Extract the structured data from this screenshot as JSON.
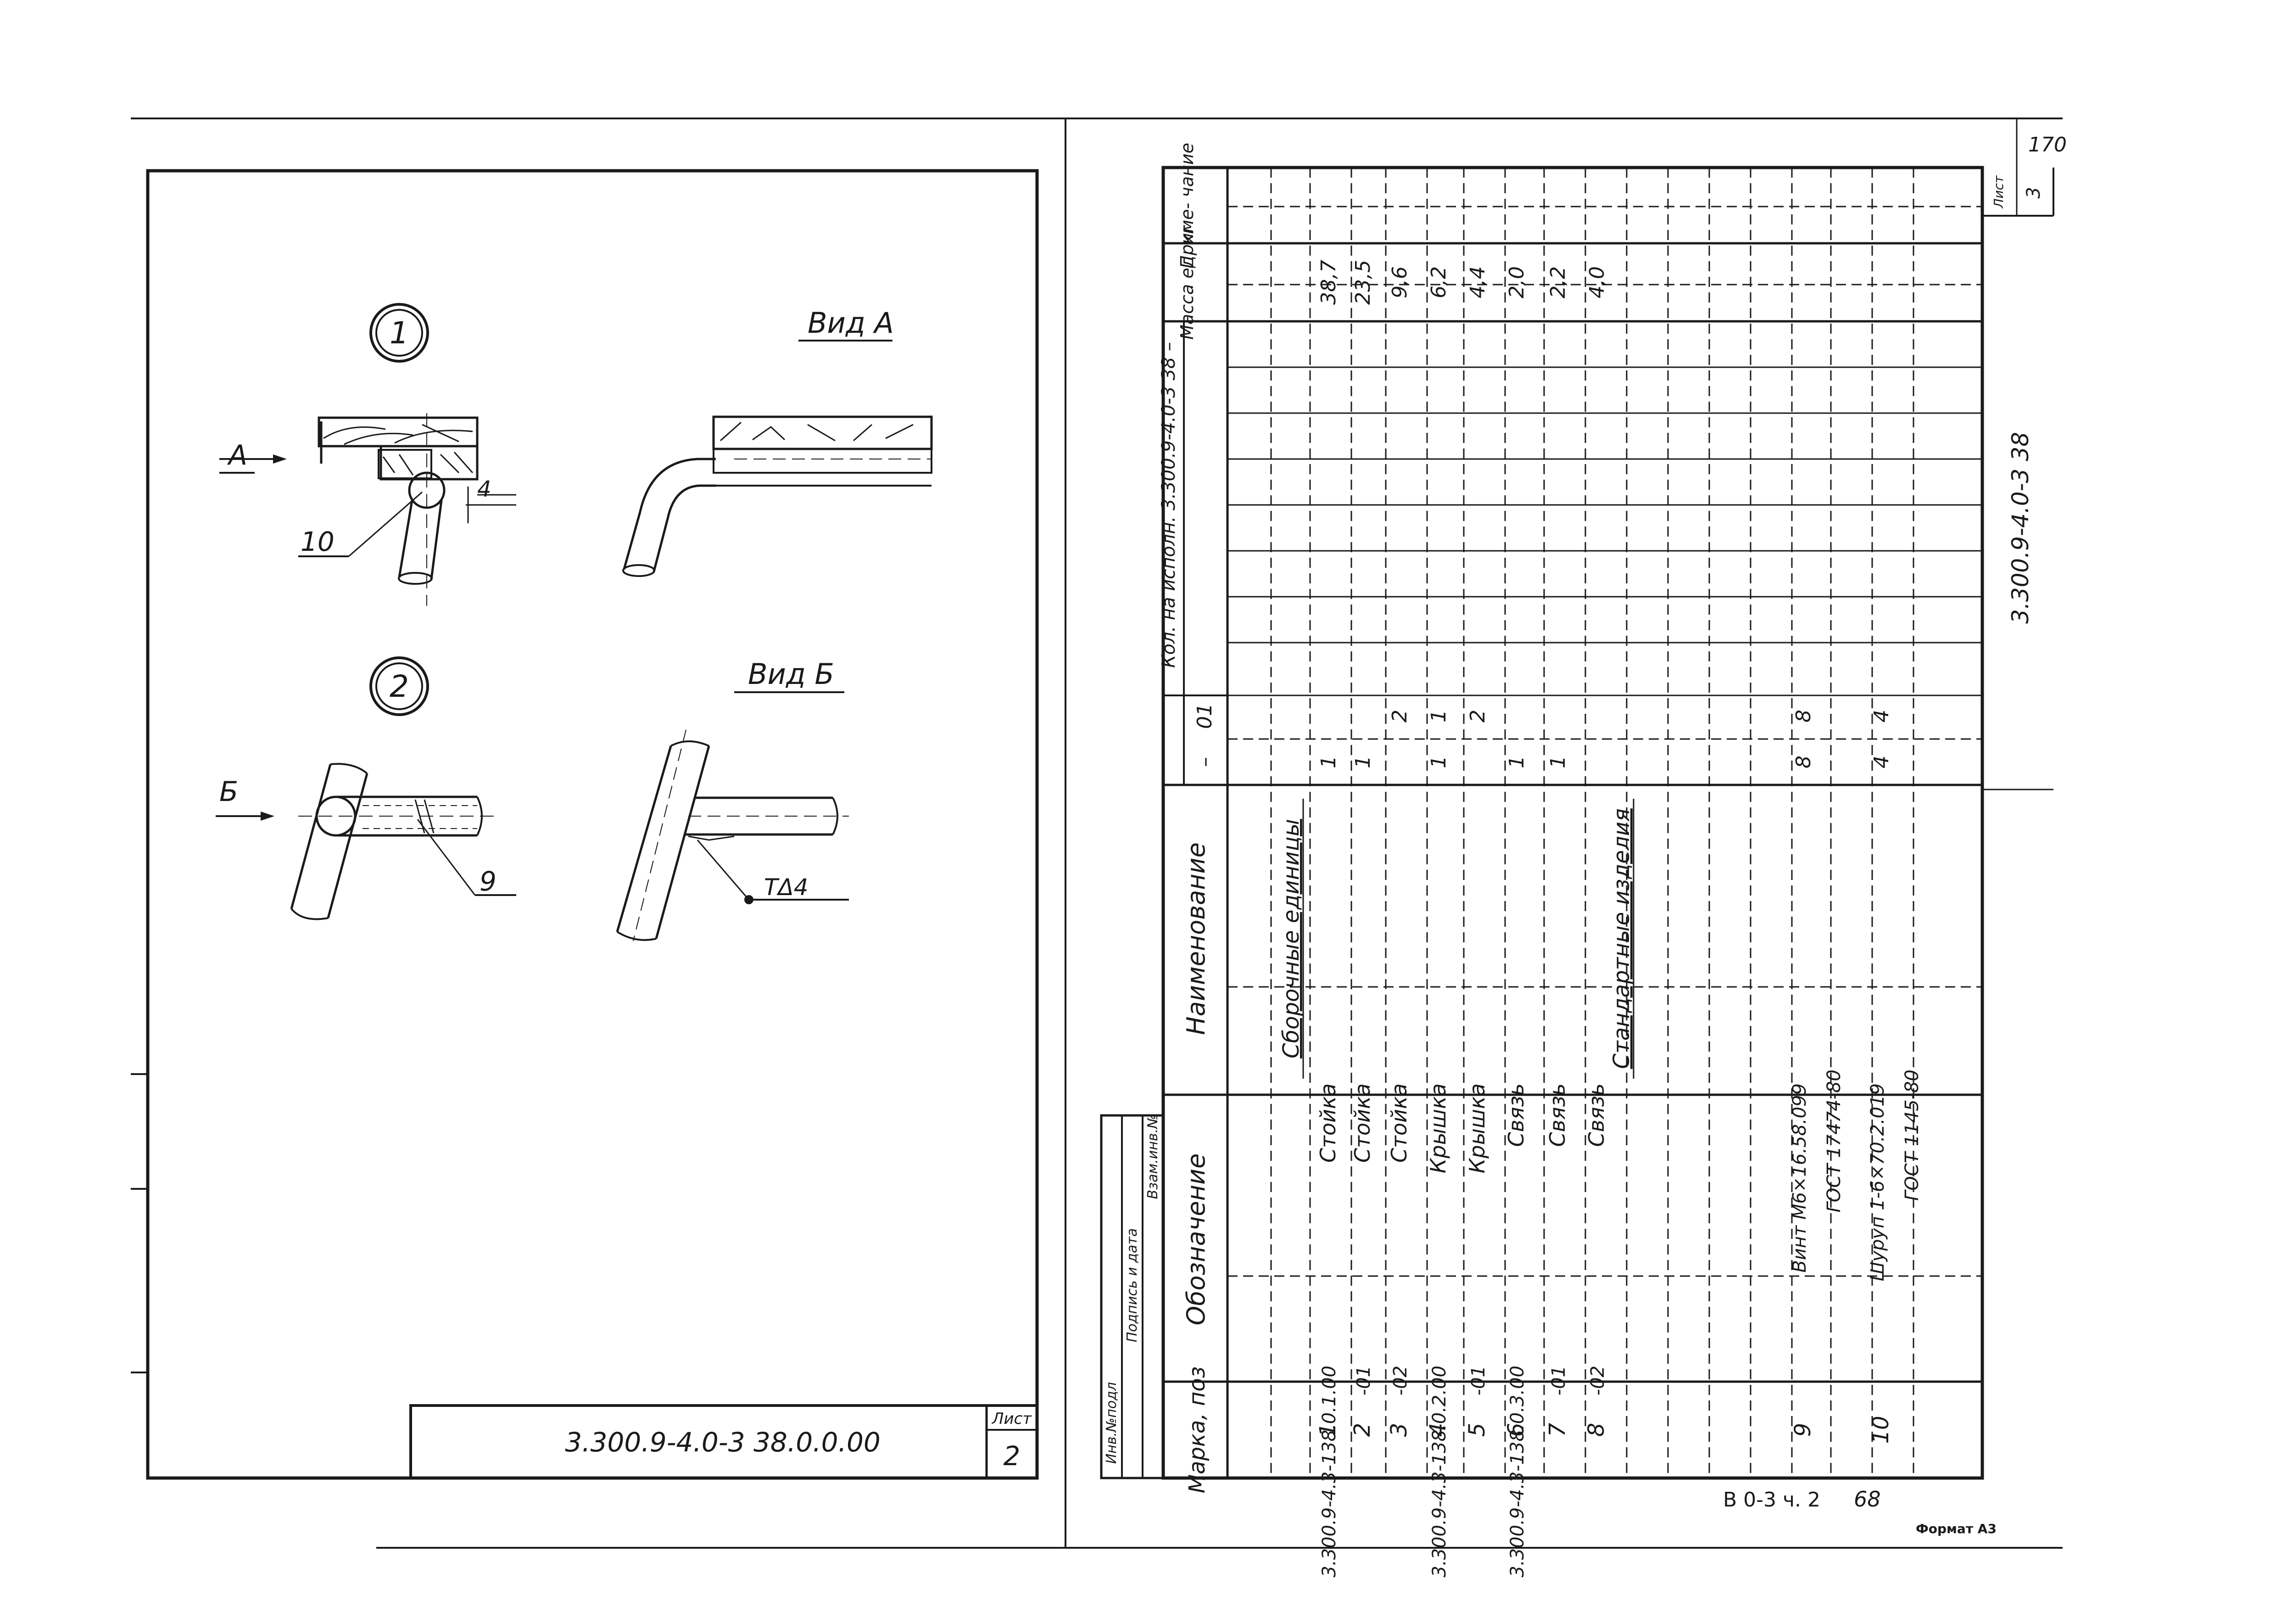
{
  "left_sheet": {
    "node_1": {
      "number": "1",
      "view_label": "Вид А",
      "arrow_letter": "А",
      "dimension": "4",
      "callout": "10"
    },
    "node_2": {
      "number": "2",
      "view_label": "Вид Б",
      "arrow_letter": "Б",
      "callout": "9",
      "weld_label": "ТΔ4"
    },
    "title_block": {
      "code": "3.300.9-4.0-3 38.0.0.00",
      "sheet_label": "Лист",
      "sheet_number": "2"
    }
  },
  "side_stamp": [
    "Инв.№подл",
    "Подпись и дата",
    "Взам.инв.№"
  ],
  "spec_table": {
    "headers": {
      "mark": "Марка, поз",
      "designation": "Обозначение",
      "name": "Наименование",
      "qty_title": "Кол. на исполн. 3.300.9-4.0-3 38 –",
      "qty_cols": [
        "–",
        "01"
      ],
      "mass": "Масса ед. кг",
      "note": "Приме- чание"
    },
    "section_assembly": "Сборочные единицы",
    "section_standard": "Стандартные изделия",
    "rows": [
      {
        "mark": "1",
        "designation": "3.300.9-4.3-138.0.1.00",
        "name": "Стойка",
        "q0": "1",
        "q1": "",
        "mass": "38,7"
      },
      {
        "mark": "2",
        "designation": "-01",
        "name": "Стойка",
        "q0": "1",
        "q1": "",
        "mass": "23,5"
      },
      {
        "mark": "3",
        "designation": "-02",
        "name": "Стойка",
        "q0": "",
        "q1": "2",
        "mass": "9,6"
      },
      {
        "mark": "4",
        "designation": "3.300.9-4.3-138.0.2.00",
        "name": "Крышка",
        "q0": "1",
        "q1": "1",
        "mass": "6,2"
      },
      {
        "mark": "5",
        "designation": "-01",
        "name": "Крышка",
        "q0": "",
        "q1": "2",
        "mass": "4,4"
      },
      {
        "mark": "6",
        "designation": "3.300.9-4.3-138.0.3.00",
        "name": "Связь",
        "q0": "1",
        "q1": "",
        "mass": "2,0"
      },
      {
        "mark": "7",
        "designation": "-01",
        "name": "Связь",
        "q0": "1",
        "q1": "",
        "mass": "2,2"
      },
      {
        "mark": "8",
        "designation": "-02",
        "name": "Связь",
        "q0": "",
        "q1": "",
        "mass": "4,0"
      }
    ],
    "standard_rows": [
      {
        "mark": "9",
        "name_1": "Винт М6×16.58.099",
        "name_2": "ГОСТ 17474-80",
        "q0": "8",
        "q1": "8"
      },
      {
        "mark": "10",
        "name_1": "Шуруп 1-6×70.2.019",
        "name_2": "ГОСТ 1145-80",
        "q0": "4",
        "q1": "4"
      }
    ]
  },
  "spec_side_code": "3.300.9-4.0-3 38",
  "spec_sheet": {
    "label": "Лист",
    "number": "3"
  },
  "corner_number": "170",
  "album_ref": "В 0-3 ч. 2",
  "page_number": "68",
  "format": "Формат А3"
}
